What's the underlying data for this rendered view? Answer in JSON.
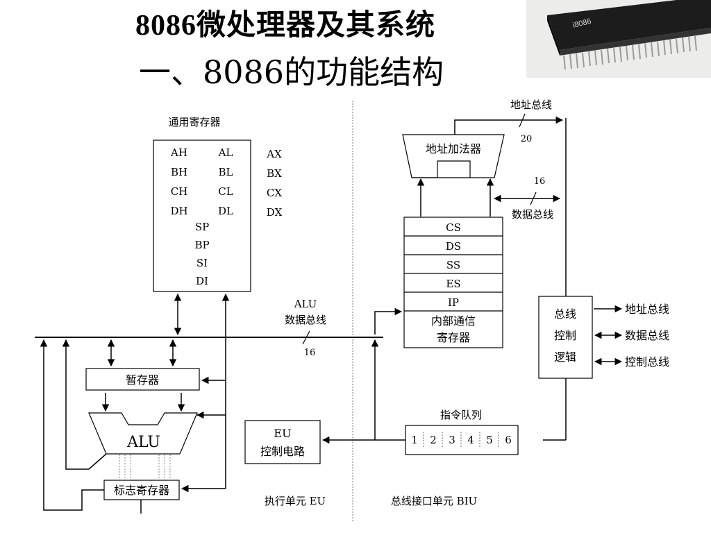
{
  "title": {
    "line1_bold": "8086",
    "line1": "微处理器及其系统",
    "line2": "一、8086的功能结构"
  },
  "chip": {
    "marking": "i8086"
  },
  "regs": {
    "label": "通用寄存器",
    "rows": [
      [
        "AH",
        "AL",
        "AX"
      ],
      [
        "BH",
        "BL",
        "BX"
      ],
      [
        "CH",
        "CL",
        "CX"
      ],
      [
        "DH",
        "DL",
        "DX"
      ]
    ],
    "single": [
      "SP",
      "BP",
      "SI",
      "DI"
    ]
  },
  "labels": {
    "addr_bus_top": "地址总线",
    "width_20": "20",
    "adder": "地址加法器",
    "width_16_top": "16",
    "data_bus_right": "数据总线",
    "alu_bus_l1": "ALU",
    "alu_bus_l2": "数据总线",
    "width_16_mid": "16",
    "temp_reg": "暂存器",
    "alu": "ALU",
    "eu_l1": "EU",
    "eu_l2": "控制电路",
    "flags": "标志寄存器",
    "exec_unit": "执行单元 EU",
    "bus_unit": "总线接口单元 BIU",
    "queue_label": "指令队列",
    "bus_ctrl": [
      "总线",
      "控制",
      "逻辑"
    ],
    "ext_addr": "地址总线",
    "ext_data": "数据总线",
    "ext_ctrl": "控制总线",
    "internal_l1": "内部通信",
    "internal_l2": "寄存器"
  },
  "seg_regs": [
    "CS",
    "DS",
    "SS",
    "ES",
    "IP"
  ],
  "queue": [
    "1",
    "2",
    "3",
    "4",
    "5",
    "6"
  ]
}
